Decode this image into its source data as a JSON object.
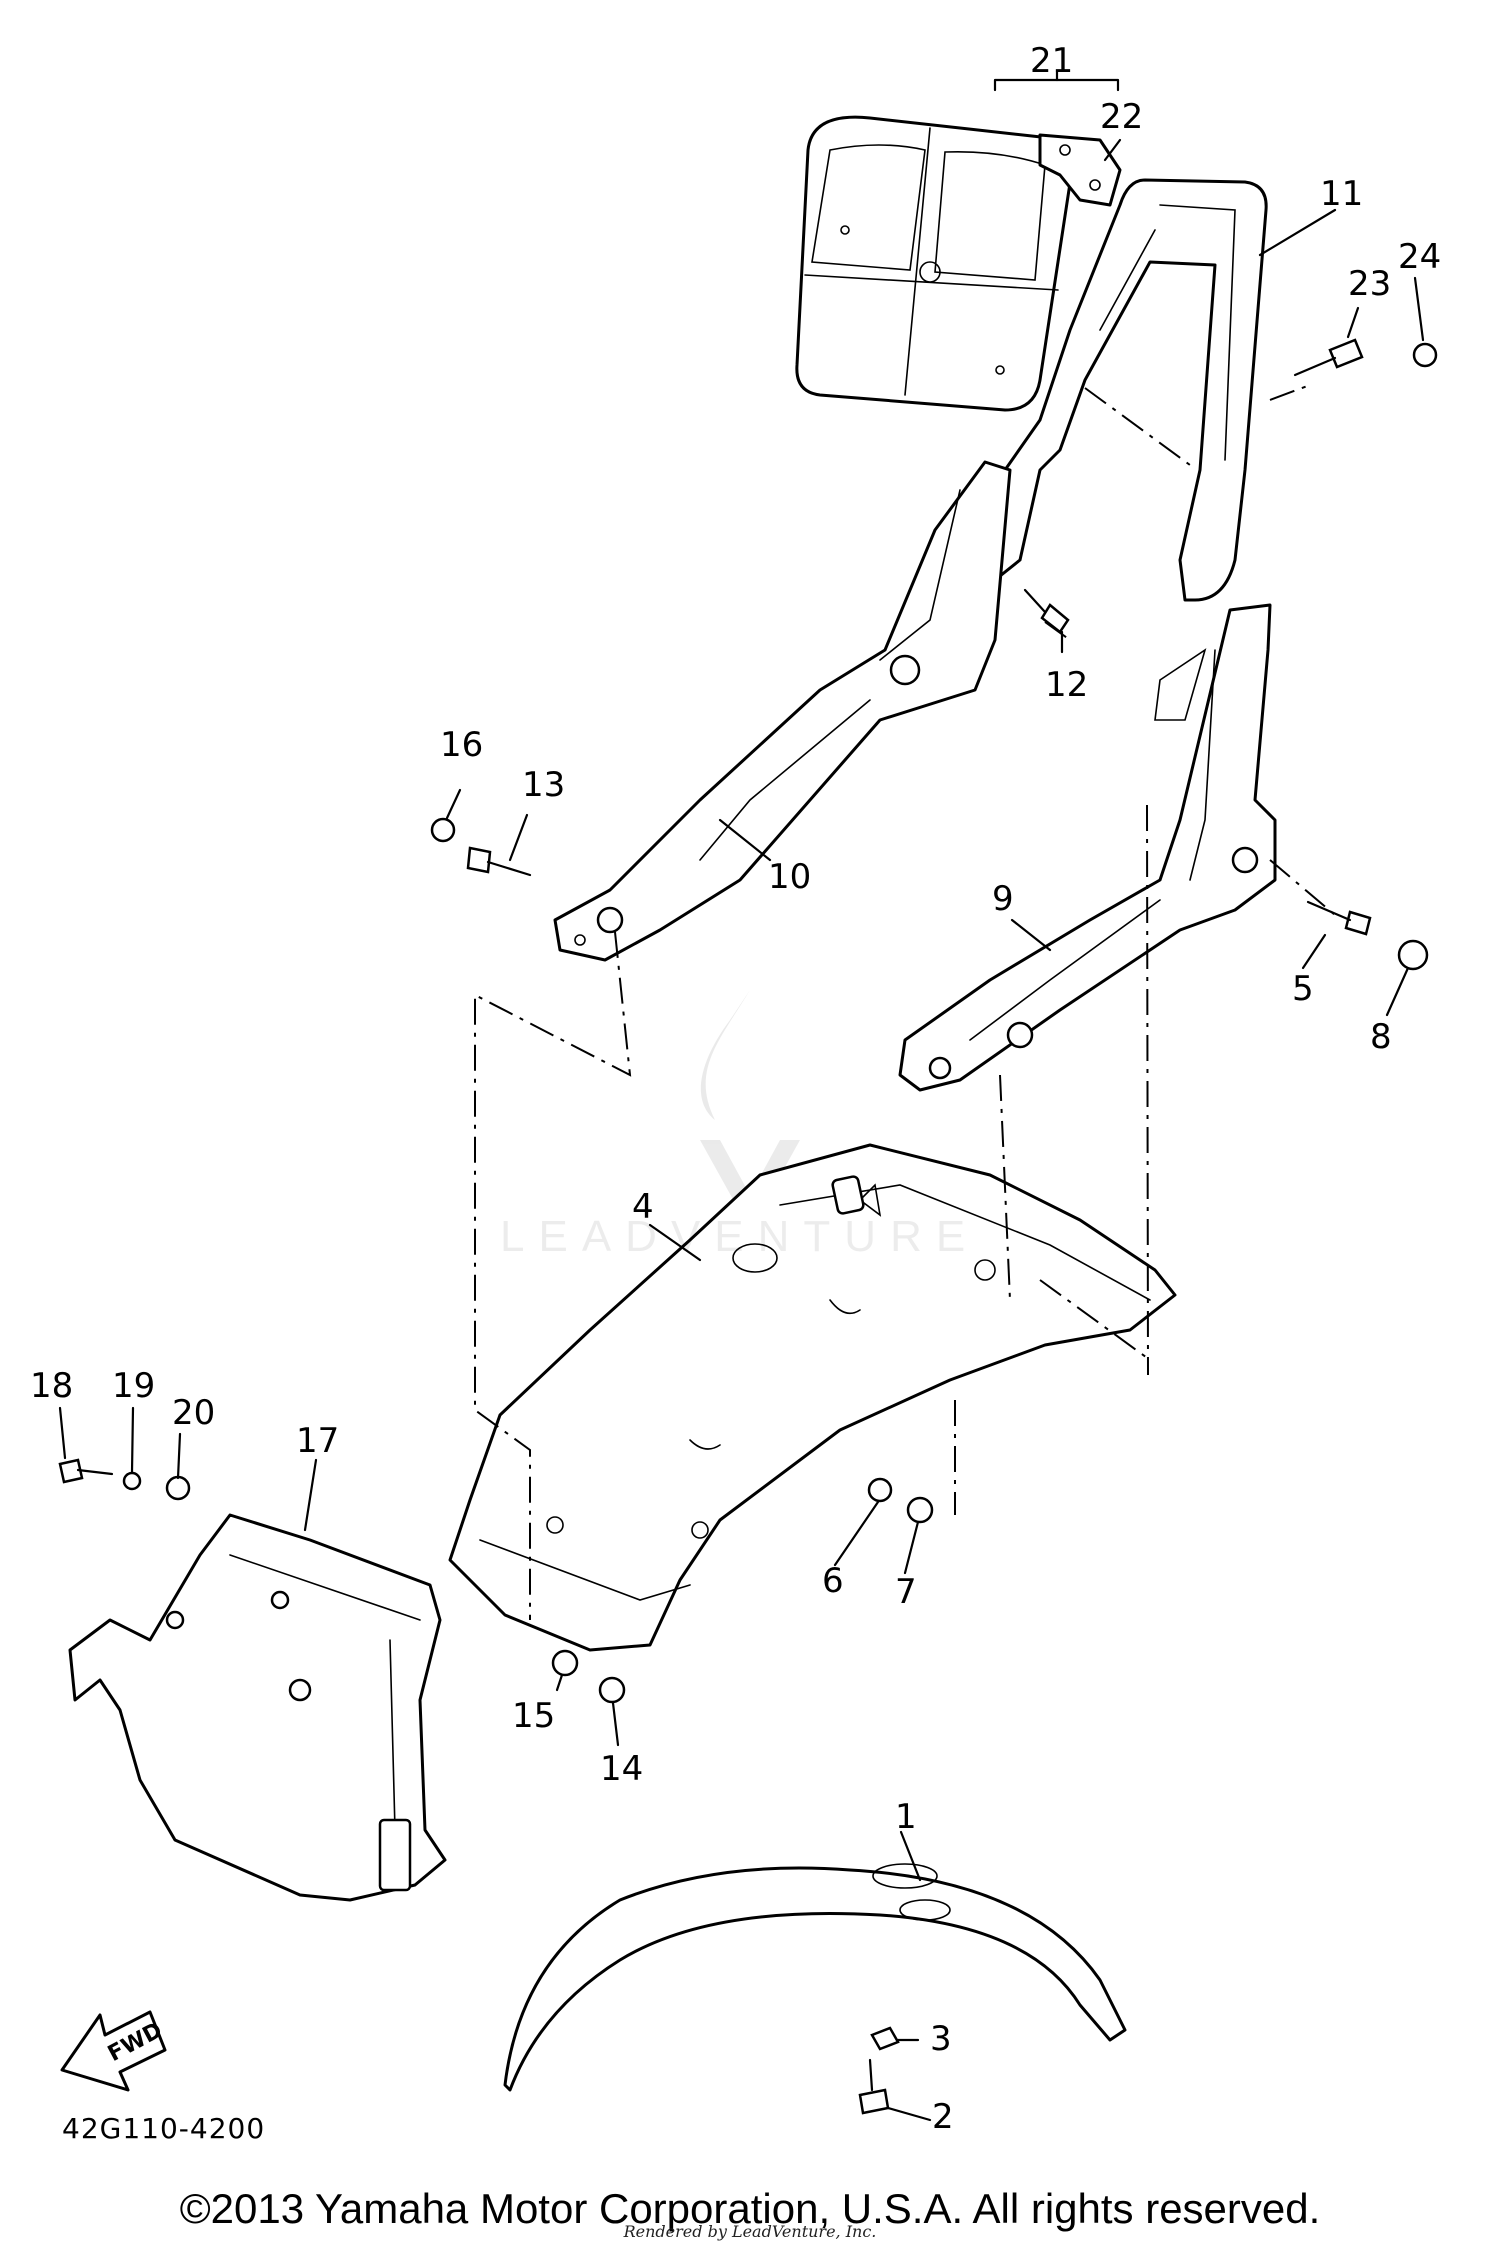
{
  "callouts": {
    "c1": "1",
    "c2": "2",
    "c3": "3",
    "c4": "4",
    "c5": "5",
    "c6": "6",
    "c7": "7",
    "c8": "8",
    "c9": "9",
    "c10": "10",
    "c11": "11",
    "c12": "12",
    "c13": "13",
    "c14": "14",
    "c15": "15",
    "c16": "16",
    "c17": "17",
    "c18": "18",
    "c19": "19",
    "c20": "20",
    "c21": "21",
    "c22": "22",
    "c23": "23",
    "c24": "24"
  },
  "fwd_label": "FWD",
  "diagram_code": "42G110-4200",
  "copyright": "©2013 Yamaha Motor Corporation, U.S.A. All rights reserved.",
  "render_credit": "Rendered by LeadVenture, Inc.",
  "watermark": {
    "text": "LEADVENTURE",
    "icon": "leadventure-flame-logo"
  }
}
